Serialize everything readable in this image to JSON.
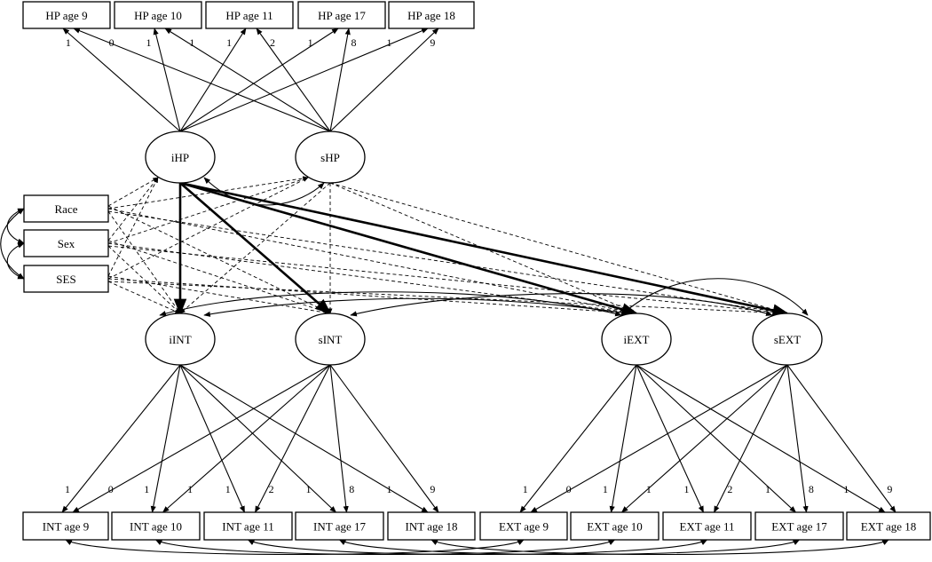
{
  "nodes": {
    "hp9": {
      "label": "HP age 9"
    },
    "hp10": {
      "label": "HP age 10"
    },
    "hp11": {
      "label": "HP age 11"
    },
    "hp17": {
      "label": "HP age 17"
    },
    "hp18": {
      "label": "HP age 18"
    },
    "ihp": {
      "label": "iHP"
    },
    "shp": {
      "label": "sHP"
    },
    "race": {
      "label": "Race"
    },
    "sex": {
      "label": "Sex"
    },
    "ses": {
      "label": "SES"
    },
    "iint": {
      "label": "iINT"
    },
    "sint": {
      "label": "sINT"
    },
    "iext": {
      "label": "iEXT"
    },
    "sext": {
      "label": "sEXT"
    },
    "int9": {
      "label": "INT age 9"
    },
    "int10": {
      "label": "INT age 10"
    },
    "int11": {
      "label": "INT age 11"
    },
    "int17": {
      "label": "INT age 17"
    },
    "int18": {
      "label": "INT age 18"
    },
    "ext9": {
      "label": "EXT age 9"
    },
    "ext10": {
      "label": "EXT age 10"
    },
    "ext11": {
      "label": "EXT age 11"
    },
    "ext17": {
      "label": "EXT age 17"
    },
    "ext18": {
      "label": "EXT age 18"
    }
  },
  "loadings": {
    "hp_intercept": [
      "1",
      "1",
      "1",
      "1",
      "1"
    ],
    "hp_slope": [
      "0",
      "1",
      "2",
      "8",
      "9"
    ],
    "int_intercept": [
      "1",
      "1",
      "1",
      "1",
      "1"
    ],
    "int_slope": [
      "0",
      "1",
      "2",
      "8",
      "9"
    ],
    "ext_intercept": [
      "1",
      "1",
      "1",
      "1",
      "1"
    ],
    "ext_slope": [
      "0",
      "1",
      "2",
      "8",
      "9"
    ]
  },
  "edges": {
    "bold": [
      [
        "ihp",
        "iint"
      ],
      [
        "ihp",
        "sint"
      ],
      [
        "ihp",
        "iext"
      ],
      [
        "ihp",
        "sext"
      ]
    ],
    "dashed": [
      [
        "race",
        "ihp"
      ],
      [
        "race",
        "shp"
      ],
      [
        "race",
        "iint"
      ],
      [
        "race",
        "sint"
      ],
      [
        "race",
        "iext"
      ],
      [
        "race",
        "sext"
      ],
      [
        "sex",
        "ihp"
      ],
      [
        "sex",
        "shp"
      ],
      [
        "sex",
        "iint"
      ],
      [
        "sex",
        "sint"
      ],
      [
        "sex",
        "iext"
      ],
      [
        "sex",
        "sext"
      ],
      [
        "ses",
        "ihp"
      ],
      [
        "ses",
        "shp"
      ],
      [
        "ses",
        "iint"
      ],
      [
        "ses",
        "sint"
      ],
      [
        "ses",
        "iext"
      ],
      [
        "ses",
        "sext"
      ],
      [
        "shp",
        "iint"
      ],
      [
        "shp",
        "sint"
      ],
      [
        "shp",
        "iext"
      ],
      [
        "shp",
        "sext"
      ]
    ]
  }
}
